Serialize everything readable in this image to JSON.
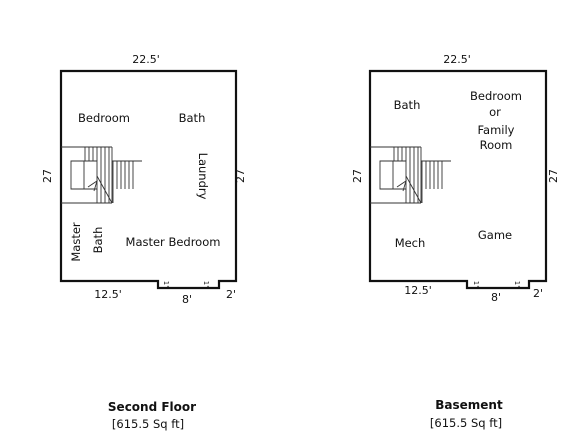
{
  "plans": [
    {
      "id": "second-floor",
      "title": "Second Floor",
      "area": "[615.5 Sq ft]",
      "dims": {
        "top": "22.5'",
        "left": "27",
        "right": "27",
        "bottom_left": "12.5'",
        "bottom_mid": "8'",
        "bottom_right": "2'",
        "step_left": "1'",
        "step_right": "1'"
      },
      "rooms": {
        "bedroom": "Bedroom",
        "bath": "Bath",
        "laundry": "Laundry",
        "master_bath_1": "Master",
        "master_bath_2": "Bath",
        "master_bedroom": "Master Bedroom"
      }
    },
    {
      "id": "basement",
      "title": "Basement",
      "area": "[615.5 Sq ft]",
      "dims": {
        "top": "22.5'",
        "left": "27",
        "right": "27",
        "bottom_left": "12.5'",
        "bottom_mid": "8'",
        "bottom_right": "2'",
        "step_left": "1'",
        "step_right": "1'"
      },
      "rooms": {
        "bath": "Bath",
        "family_1": "Bedroom",
        "family_2": "or",
        "family_3": "Family",
        "family_4": "Room",
        "mech": "Mech",
        "game": "Game"
      }
    }
  ]
}
